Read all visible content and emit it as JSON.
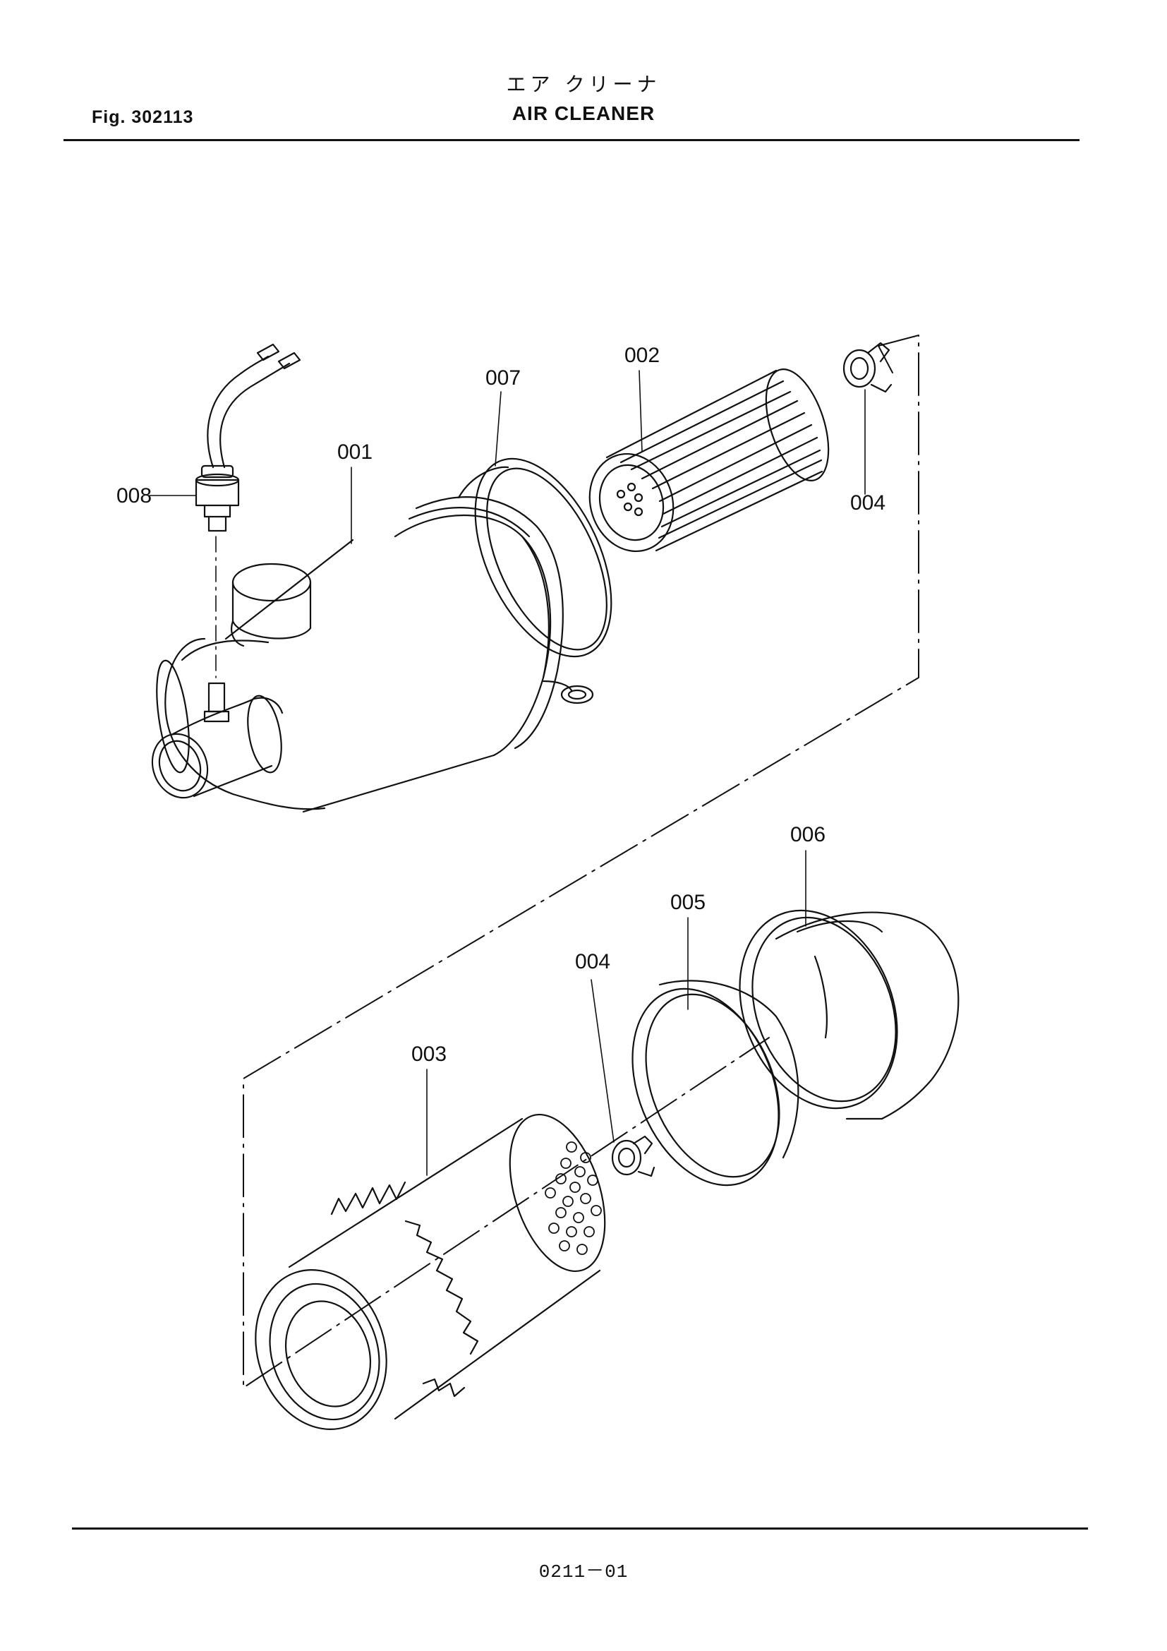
{
  "header": {
    "fig_label": "Fig. 302113",
    "title_jp": "エア クリーナ",
    "title_en": "AIR CLEANER"
  },
  "footer": {
    "page_number": "0211－01"
  },
  "callouts": {
    "c001": "001",
    "c002": "002",
    "c003": "003",
    "c004_top": "004",
    "c004_bottom": "004",
    "c005": "005",
    "c006": "006",
    "c007": "007",
    "c008": "008"
  }
}
